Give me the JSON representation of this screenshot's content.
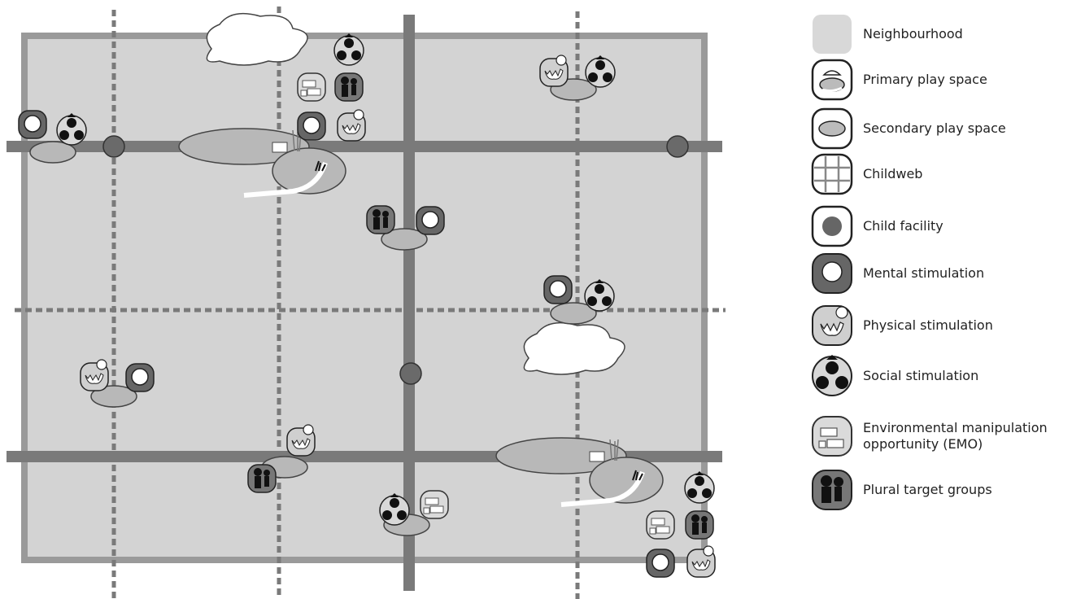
{
  "legend": {
    "items": [
      {
        "key": "neighbourhood",
        "label": "Neighbourhood"
      },
      {
        "key": "primary",
        "label": "Primary play space"
      },
      {
        "key": "secondary",
        "label": "Secondary play space"
      },
      {
        "key": "childweb",
        "label": "Childweb"
      },
      {
        "key": "facility",
        "label": "Child facility"
      },
      {
        "key": "mental",
        "label": "Mental stimulation"
      },
      {
        "key": "physical",
        "label": "Physical stimulation"
      },
      {
        "key": "social",
        "label": "Social stimulation"
      },
      {
        "key": "emo",
        "label": "Environmental manipulation\nopportunity (EMO)"
      },
      {
        "key": "plural",
        "label": "Plural target groups"
      }
    ]
  },
  "colors": {
    "neighbourhood_fill": "#d3d3d3",
    "neighbourhood_border": "#9a9a9a",
    "road": "#7a7a7a",
    "facility": "#6a6a6a",
    "play_space": "#b8b8b8",
    "icon_dark": "#555555",
    "icon_light": "#cfcfcf"
  }
}
